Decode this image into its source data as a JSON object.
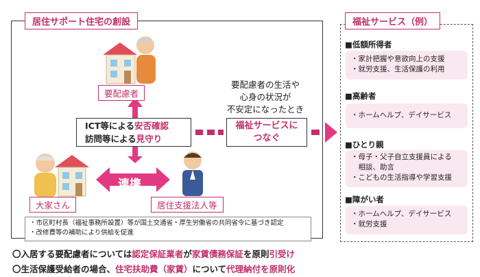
{
  "title": "居住サポート住宅の創設",
  "nodes": {
    "elderly": "要配慮者",
    "landlord": "大家さん",
    "support_org": "居住支援法人等",
    "renkei": "連携"
  },
  "center_box": {
    "line1_pre": "ICT等による",
    "line1_hl": "安否確認",
    "line2_pre": "訪問等による",
    "line2_hl": "見守り"
  },
  "condition_text": [
    "要配慮者の生活や",
    "心身の状況が",
    "不安定になったとき"
  ],
  "fukushi_box": [
    "福祉サービスに",
    "つなぐ"
  ],
  "notes": [
    "・市区町村長（福祉事務所設置）等が国土交通省・厚生労働省の共同省令に基づき認定",
    "・改修費等の補助により供給を促進"
  ],
  "side": {
    "title": "福祉サービス（例）",
    "categories": [
      {
        "head": "■低額所得者",
        "items": [
          "・家計把握や意欲向上の支援",
          "・就労支援、生活保護の利用"
        ]
      },
      {
        "head": "■高齢者",
        "items": [
          "・ホームヘルプ、デイサービス"
        ]
      },
      {
        "head": "■ひとり親",
        "items": [
          "・母子・父子自立支援員による",
          "　相談、助言",
          "・こどもの生活指導や学習支援"
        ]
      },
      {
        "head": "■障がい者",
        "items": [
          "・ホームヘルプ、デイサービス",
          "・就労支援"
        ]
      }
    ]
  },
  "bottom": {
    "line1": {
      "p1": "〇入居する要配慮者については",
      "h1": "認定保証業者",
      "p2": "が",
      "h2": "家賃債務保証",
      "p3": "を原則",
      "h3": "引受け"
    },
    "line2": {
      "p1": "〇生活保護受給者の場合、",
      "h1": "住宅扶助費（家賃）",
      "p2": "について",
      "h2": "代理納付を原則化"
    }
  },
  "colors": {
    "accent": "#c0306a",
    "box_fill": "#f9e8ef",
    "arrow": "#e23a82"
  }
}
